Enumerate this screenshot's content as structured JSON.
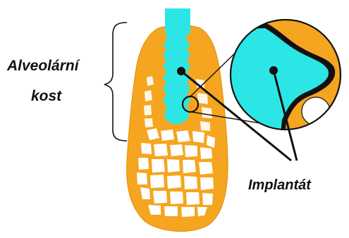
{
  "labels": {
    "bone_line1": "Alveolární",
    "bone_line2": "kost",
    "implant": "Implantát"
  },
  "colors": {
    "bone": "#F5A51F",
    "bone_light": "#F8B84A",
    "implant": "#2CE6E6",
    "outline": "#111111",
    "marrow": "#FFFFFF"
  }
}
